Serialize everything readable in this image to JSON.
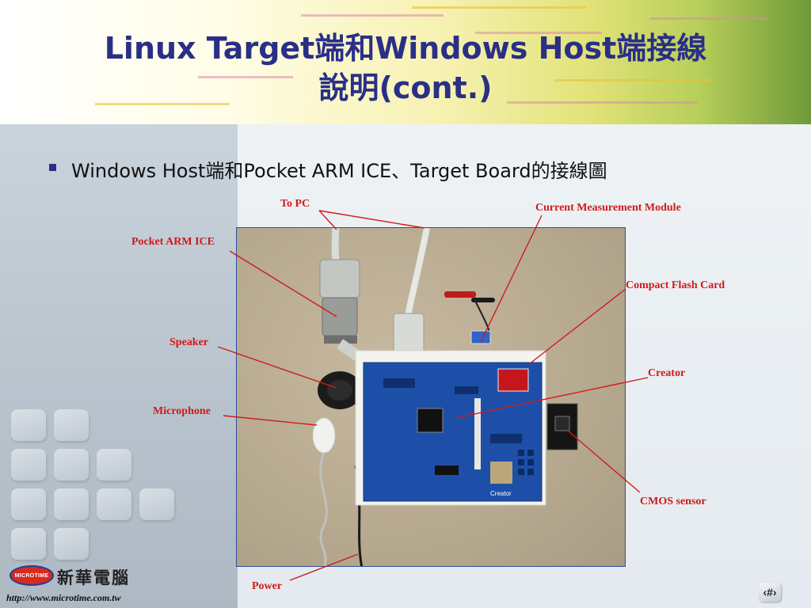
{
  "slide": {
    "title_line1": "Linux Target端和Windows Host端接線",
    "title_line2": "說明(cont.)",
    "bullet": "Windows Host端和Pocket ARM ICE、Target Board的接線圖"
  },
  "callouts": {
    "to_pc": "To PC",
    "current_module": "Current Measurement Module",
    "pocket_arm_ice": "Pocket ARM ICE",
    "compact_flash": "Compact Flash Card",
    "speaker": "Speaker",
    "creator": "Creator",
    "microphone": "Microphone",
    "cmos": "CMOS sensor",
    "power": "Power"
  },
  "board_silk": "Creator",
  "footer": {
    "logo_text": "MICROTIME",
    "company": "新華電腦",
    "url": "http://www.microtime.com.tw",
    "page_number": "‹#›"
  },
  "colors": {
    "title": "#2a2f86",
    "callout": "#d01a1a",
    "board": "#1d4fa8"
  }
}
